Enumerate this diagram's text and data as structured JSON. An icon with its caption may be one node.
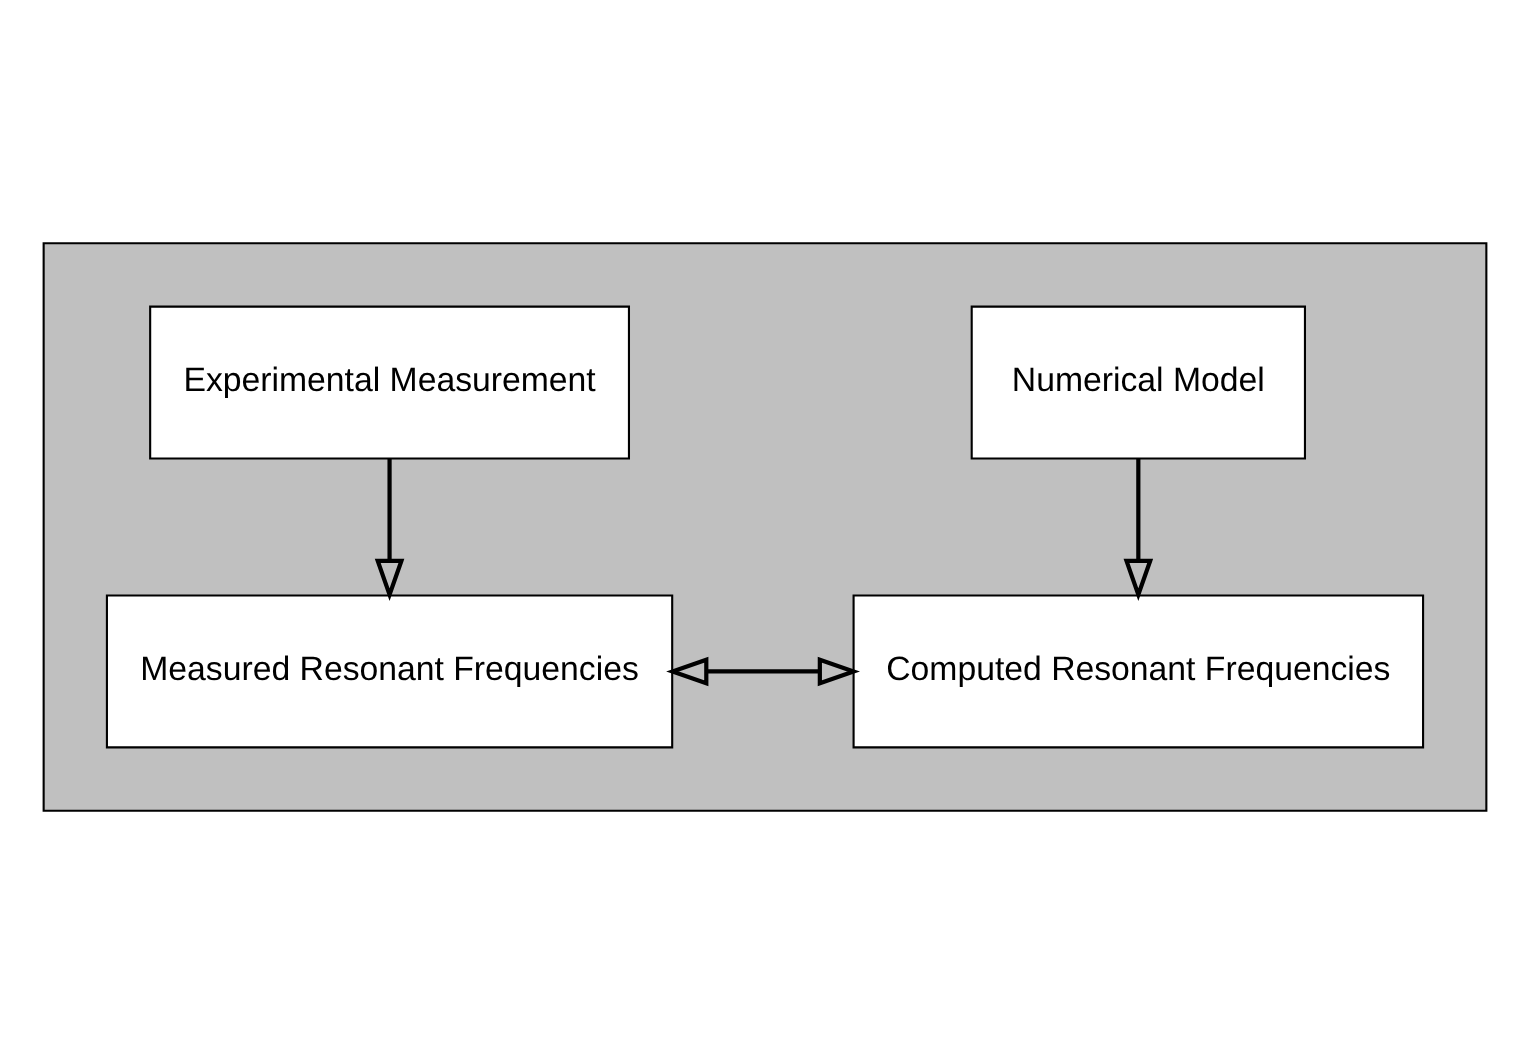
{
  "diagram": {
    "nodes": [
      {
        "text": [],
        "shape": "box"
      },
      {
        "text": [
          "Experimental Measurement"
        ],
        "in": 0
      },
      {
        "text": [
          "Numerical Model"
        ],
        "in": 0
      },
      {
        "text": [
          "Measured Resonant Frequencies"
        ],
        "in": 0
      },
      {
        "text": [
          "Computed Resonant Frequencies"
        ],
        "in": 0
      }
    ],
    "edges": [
      {
        "from": 1,
        "to": 3,
        "arrow": "to"
      },
      {
        "from": 2,
        "to": 4,
        "arrow": "to"
      },
      {
        "from": 3,
        "to": 4,
        "arrow": "both"
      }
    ]
  }
}
